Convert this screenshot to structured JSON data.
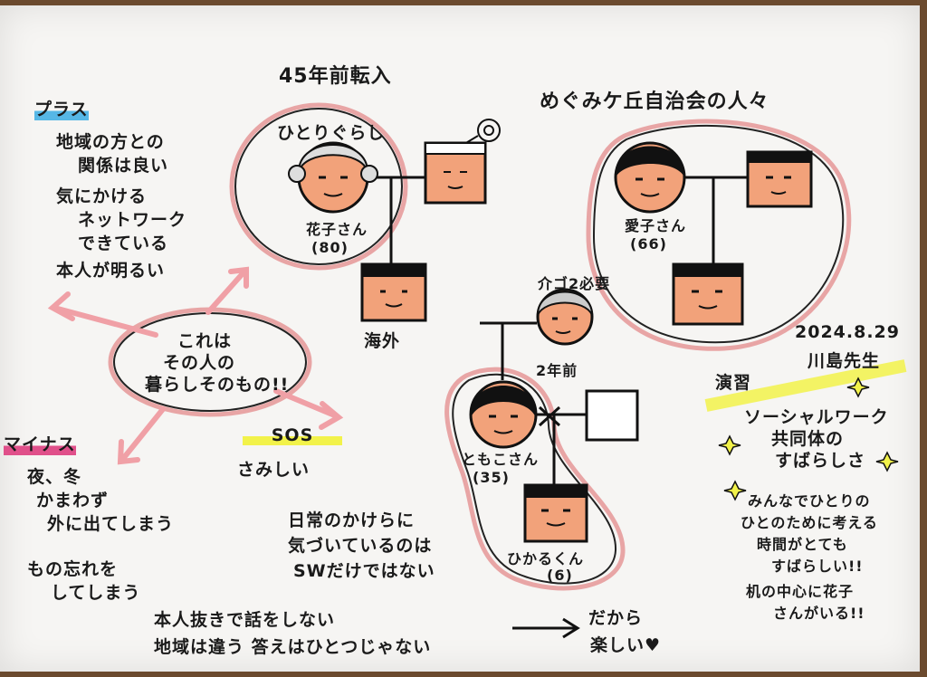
{
  "header": {
    "moved_in": "45年前転入",
    "association": "めぐみケ丘自治会の人々"
  },
  "left": {
    "plus_heading": "プラス",
    "plus_items": [
      "地域の方との",
      "関係は良い",
      "気にかける",
      "ネットワーク",
      "できている",
      "本人が明るい"
    ],
    "center_bubble": [
      "これは",
      "その人の",
      "暮らしそのもの!!"
    ],
    "minus_heading": "マイナス",
    "minus_items": [
      "夜、冬",
      "かまわず",
      "外に出てしまう",
      "もの忘れを",
      "してしまう"
    ],
    "sos_heading": "SOS",
    "sos_item": "さみしい"
  },
  "genogram": {
    "hanako_label": "ひとりぐらし",
    "hanako_name": "花子さん",
    "hanako_age": "(80)",
    "overseas": "海外",
    "care_label": "介ゴ2必要",
    "two_years": "2年前",
    "tomoko_name": "ともこさん",
    "tomoko_age": "(35)",
    "hikaru_name": "ひかるくん",
    "hikaru_age": "(6)",
    "aiko_name": "愛子さん",
    "aiko_age": "(66)"
  },
  "notes": {
    "date": "2024.8.29",
    "teacher": "川島先生",
    "exercise": "演習",
    "sw_lines": [
      "ソーシャルワーク",
      "共同体の",
      "すばらしさ"
    ],
    "together_lines": [
      "みんなでひとりの",
      "ひとのために考える",
      "時間がとても",
      "すばらしい!!",
      "机の中心に花子",
      "さんがいる!!"
    ],
    "daily_lines": [
      "日常のかけらに",
      "気づいているのは",
      "SWだけではない"
    ],
    "bottom_lines": [
      "本人抜きで話をしない",
      "地域は違う 答えはひとつじゃない"
    ],
    "result_lines": [
      "だから",
      "楽しい♥"
    ]
  },
  "colors": {
    "pink_outline": "#e8a5a5",
    "skin": "#f2a27a",
    "highlight_yellow": "#f2f24a",
    "highlight_blue": "#56b7e6",
    "highlight_pink": "#e0508a"
  }
}
